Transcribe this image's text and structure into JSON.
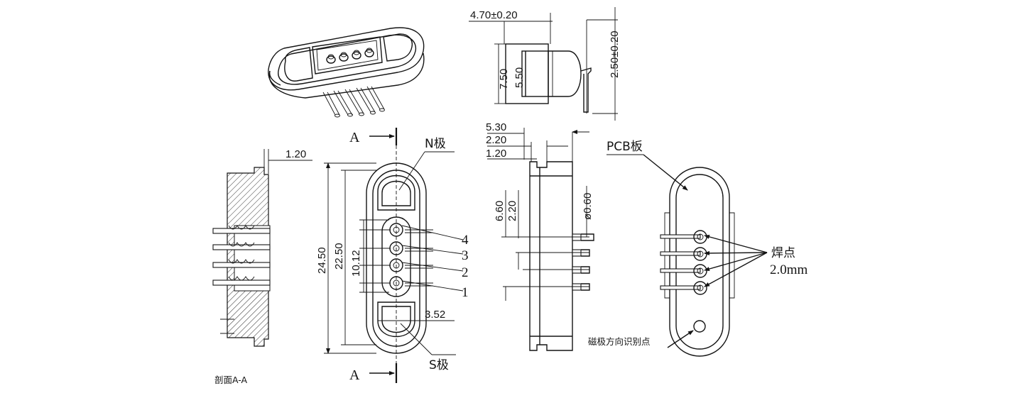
{
  "iso_view": {},
  "side_view": {
    "dim_width": "4.70±0.20",
    "dim_height_outer": "7.50",
    "dim_height_inner": "5.50",
    "dim_pin_length": "2.50±0.20"
  },
  "section_view": {
    "dim_flange": "1.20",
    "caption": "剖面A-A"
  },
  "front_view": {
    "section_mark_top": "A",
    "section_mark_bottom": "A",
    "label_n_pole": "N极",
    "label_s_pole": "S极",
    "dim_total_length": "24.50",
    "dim_inner_length": "22.50",
    "dim_pin_span": "10.12",
    "dim_slot": "3.52",
    "pin_numbers": [
      "4",
      "3",
      "2",
      "1"
    ]
  },
  "middle_view": {
    "dim_a": "5.30",
    "dim_b": "2.20",
    "dim_c": "1.20",
    "dim_d": "6.60",
    "dim_e": "2.20",
    "dim_pin_dia": "ø0.60"
  },
  "pcb_view": {
    "label_pcb": "PCB板",
    "label_solder": "焊点",
    "label_solder_size": "2.0mm",
    "label_marker": "磁极方向识别点"
  }
}
